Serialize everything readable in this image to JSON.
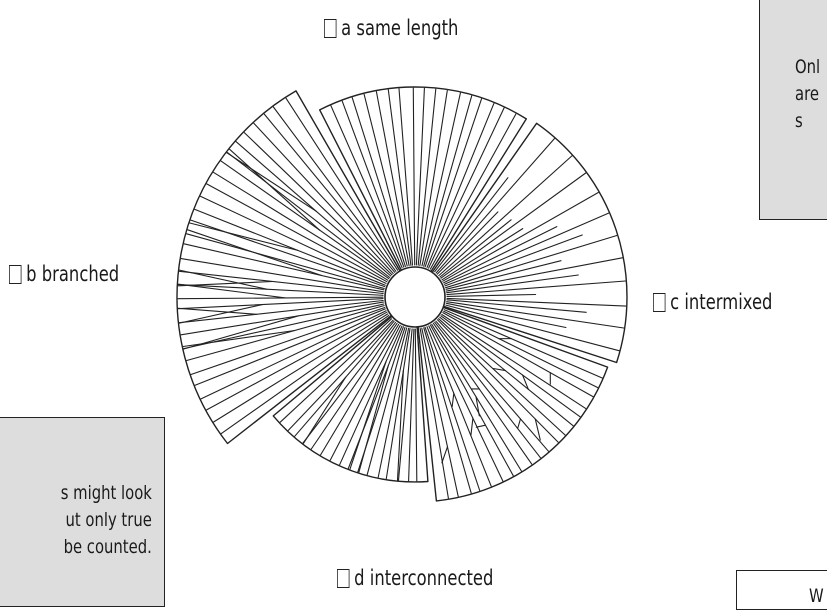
{
  "options": {
    "a": "a same length",
    "b": "b branched",
    "c": "c intermixed",
    "d": "d interconnected"
  },
  "notes": {
    "top_right": "Onl\nare\ns",
    "bottom_left": "s might look\nut only true\nbe counted.",
    "bottom_right": "W"
  },
  "colors": {
    "line": "#222222",
    "note_fill": "#dddddd",
    "background": "#ffffff"
  },
  "icons": {
    "checkbox": "empty-checkbox-icon"
  }
}
